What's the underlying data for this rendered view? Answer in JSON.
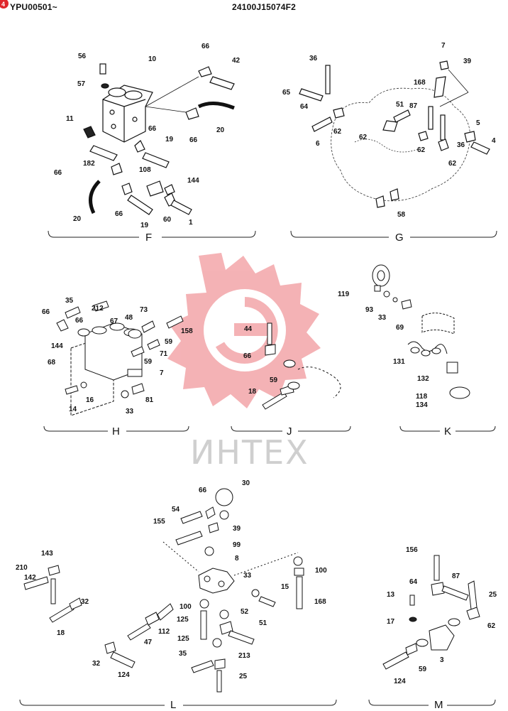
{
  "header": {
    "serial": "YPU00501~",
    "doc_number": "24100J15074F2",
    "corner_badge": "4"
  },
  "watermark": {
    "text": "ИНТЕХ",
    "color": "#f2a3a6"
  },
  "sections": {
    "F": {
      "title": "F",
      "labels": [
        "56",
        "10",
        "66",
        "42",
        "57",
        "11",
        "66",
        "20",
        "66",
        "182",
        "19",
        "108",
        "144",
        "66",
        "20",
        "66",
        "19",
        "60",
        "1"
      ]
    },
    "G": {
      "title": "G",
      "labels": [
        "7",
        "36",
        "39",
        "168",
        "65",
        "87",
        "51",
        "64",
        "62",
        "5",
        "6",
        "62",
        "4",
        "62",
        "36",
        "62",
        "58"
      ]
    },
    "H": {
      "title": "H",
      "labels": [
        "35",
        "212",
        "66",
        "73",
        "48",
        "66",
        "67",
        "144",
        "59",
        "158",
        "71",
        "68",
        "59",
        "7",
        "16",
        "81",
        "14",
        "33"
      ]
    },
    "J": {
      "title": "J",
      "labels": [
        "44",
        "66",
        "59",
        "18"
      ]
    },
    "K": {
      "title": "K",
      "labels": [
        "119",
        "93",
        "33",
        "69",
        "131",
        "132",
        "118",
        "134"
      ]
    },
    "L": {
      "title": "L",
      "labels": [
        "30",
        "66",
        "54",
        "155",
        "39",
        "99",
        "8",
        "143",
        "210",
        "33",
        "100",
        "15",
        "142",
        "168",
        "32",
        "100",
        "125",
        "112",
        "52",
        "18",
        "125",
        "51",
        "47",
        "32",
        "35",
        "213",
        "124",
        "25"
      ]
    },
    "M": {
      "title": "M",
      "labels": [
        "156",
        "87",
        "64",
        "25",
        "13",
        "62",
        "17",
        "59",
        "3",
        "124"
      ]
    }
  }
}
